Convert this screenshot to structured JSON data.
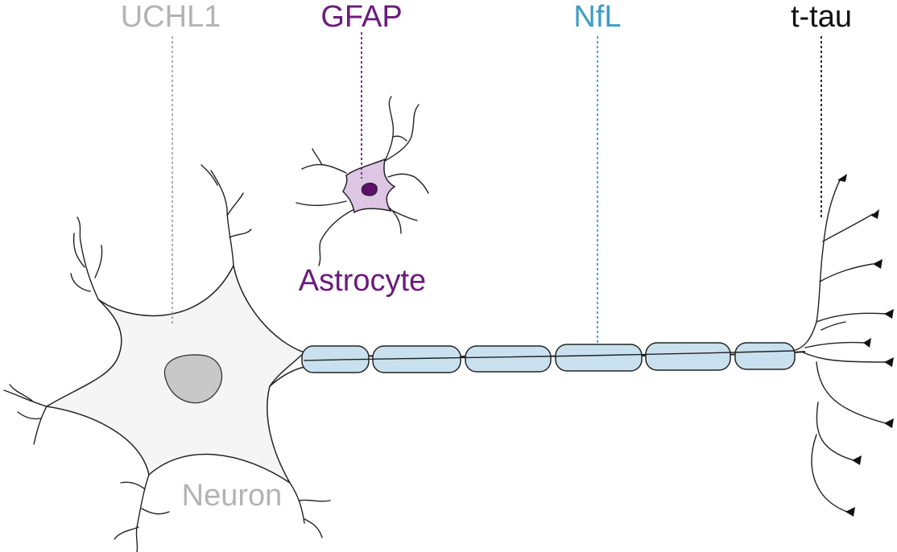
{
  "labels": {
    "uchl1": "UCHL1",
    "gfap": "GFAP",
    "nfl": "NfL",
    "ttau": "t-tau",
    "astrocyte": "Astrocyte",
    "neuron": "Neuron"
  },
  "colors": {
    "uchl1": "#b3b3b3",
    "gfap": "#6a1b7a",
    "nfl": "#3d9cc6",
    "ttau": "#111111",
    "neuron_body": "#f5f5f5",
    "nucleus": "#c8c8c8",
    "astro_body": "#ddc6e3",
    "astro_nucleus": "#5a1066",
    "myelin": "#c9e1ef",
    "neuron_label": "#b3b3b3",
    "astrocyte_label": "#6a1b7a"
  }
}
